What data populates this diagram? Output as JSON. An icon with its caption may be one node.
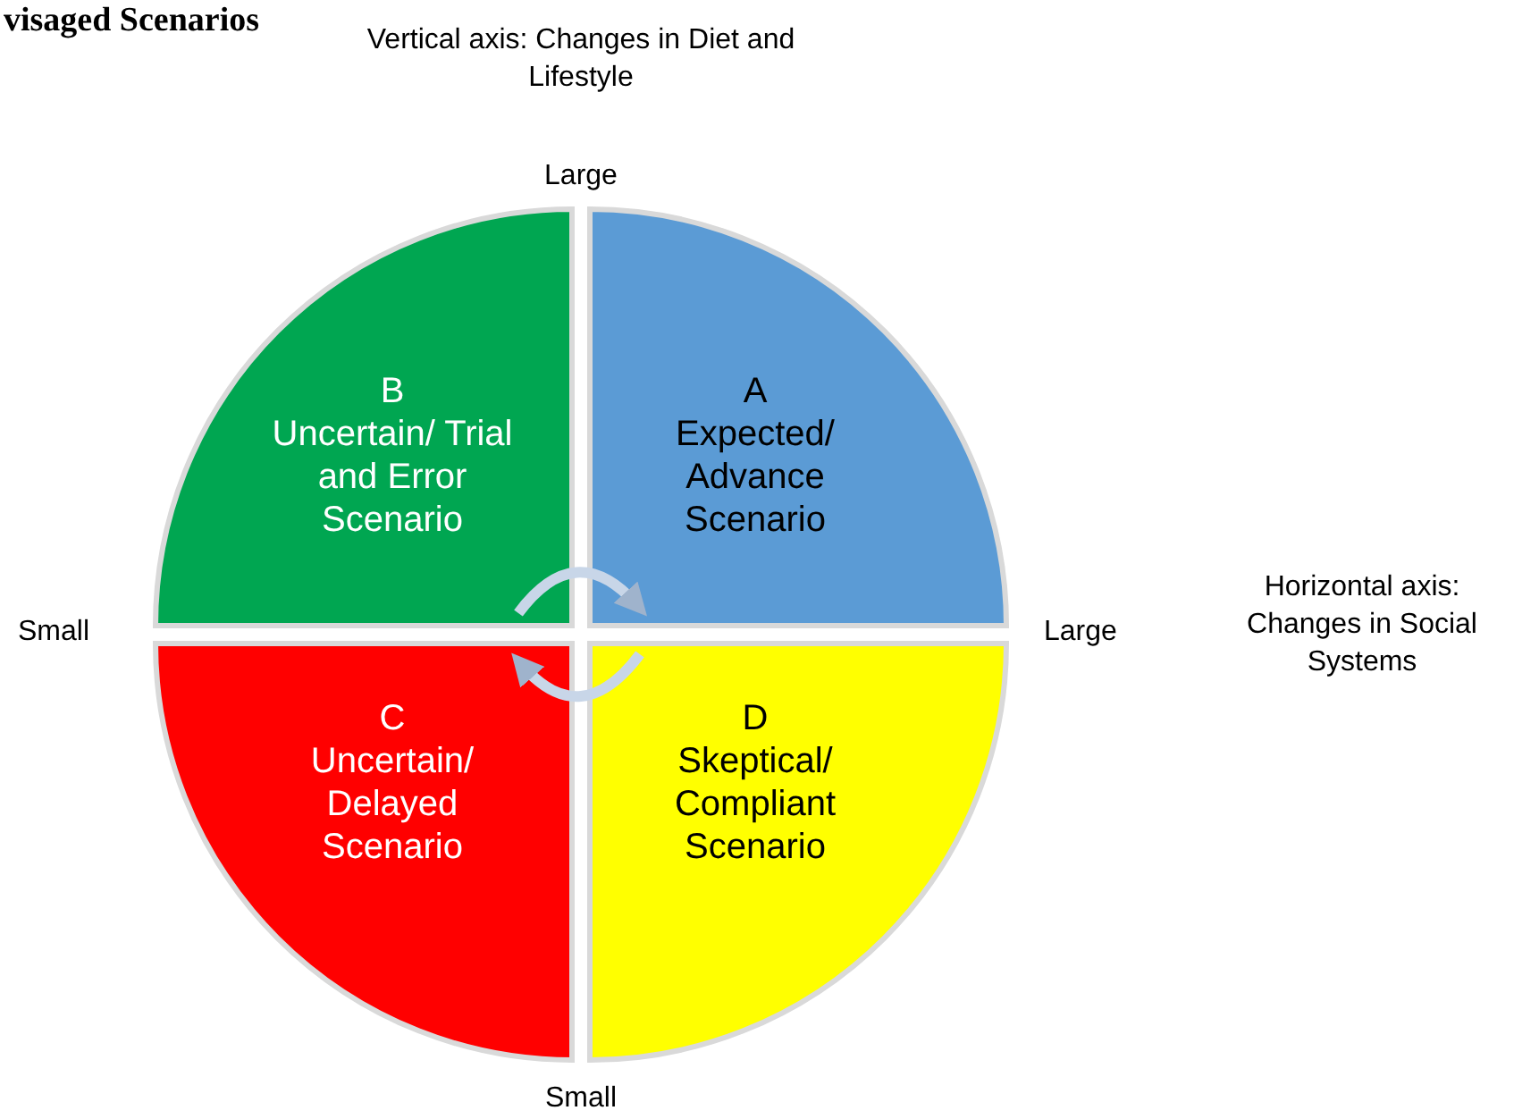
{
  "diagram": {
    "title": "visaged Scenarios",
    "nodes": [
      {
        "text": [
          "B",
          "Uncertain/ Trial and Error Scenario"
        ]
      },
      {
        "text": [
          "A",
          "Expected/ Advance Scenario"
        ]
      },
      {
        "text": [
          "C",
          "Uncertain/ Delayed Scenario"
        ]
      },
      {
        "text": [
          "D",
          "Skeptical/ Compliant Scenario"
        ]
      }
    ],
    "edges": [
      {
        "from": 0,
        "to": 1,
        "arrow": "to"
      },
      {
        "from": 3,
        "to": 2,
        "arrow": "to"
      }
    ],
    "labels": [
      "Vertical axis: Changes in Diet and Lifestyle",
      "Large",
      "Small",
      "Large",
      "Horizontal axis: Changes in Social Systems",
      "Small"
    ]
  }
}
